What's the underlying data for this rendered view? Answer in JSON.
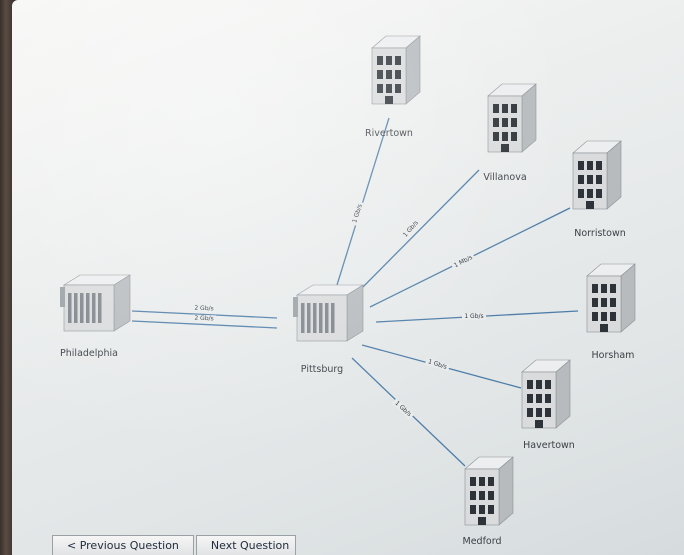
{
  "diagram": {
    "nodes": [
      {
        "id": "philadelphia",
        "label": "Philadelphia",
        "kind": "datacenter"
      },
      {
        "id": "pittsburg",
        "label": "Pittsburg",
        "kind": "datacenter"
      },
      {
        "id": "rivertown",
        "label": "Rivertown",
        "kind": "office"
      },
      {
        "id": "villanova",
        "label": "Villanova",
        "kind": "office"
      },
      {
        "id": "norristown",
        "label": "Norristown",
        "kind": "office"
      },
      {
        "id": "horsham",
        "label": "Horsham",
        "kind": "office"
      },
      {
        "id": "havertown",
        "label": "Havertown",
        "kind": "office"
      },
      {
        "id": "medford",
        "label": "Medford",
        "kind": "office"
      }
    ],
    "links": [
      {
        "from": "philadelphia",
        "to": "pittsburg",
        "label": "2 Gb/s"
      },
      {
        "from": "philadelphia",
        "to": "pittsburg",
        "label": "2 Gb/s"
      },
      {
        "from": "pittsburg",
        "to": "rivertown",
        "label": "1 Gb/s"
      },
      {
        "from": "pittsburg",
        "to": "villanova",
        "label": "1 Gb/s"
      },
      {
        "from": "pittsburg",
        "to": "norristown",
        "label": "1 Mb/s"
      },
      {
        "from": "pittsburg",
        "to": "horsham",
        "label": "1 Gb/s"
      },
      {
        "from": "pittsburg",
        "to": "havertown",
        "label": "1 Gb/s"
      },
      {
        "from": "pittsburg",
        "to": "medford",
        "label": "1 Gb/s"
      }
    ],
    "colors": {
      "link": "#4d7da8",
      "building_front": "#d9dbdc",
      "building_side": "#b7bbbe",
      "building_top": "#eceeef"
    }
  },
  "navigation": {
    "previous_label": "< Previous Question",
    "next_label": "Next Question"
  }
}
